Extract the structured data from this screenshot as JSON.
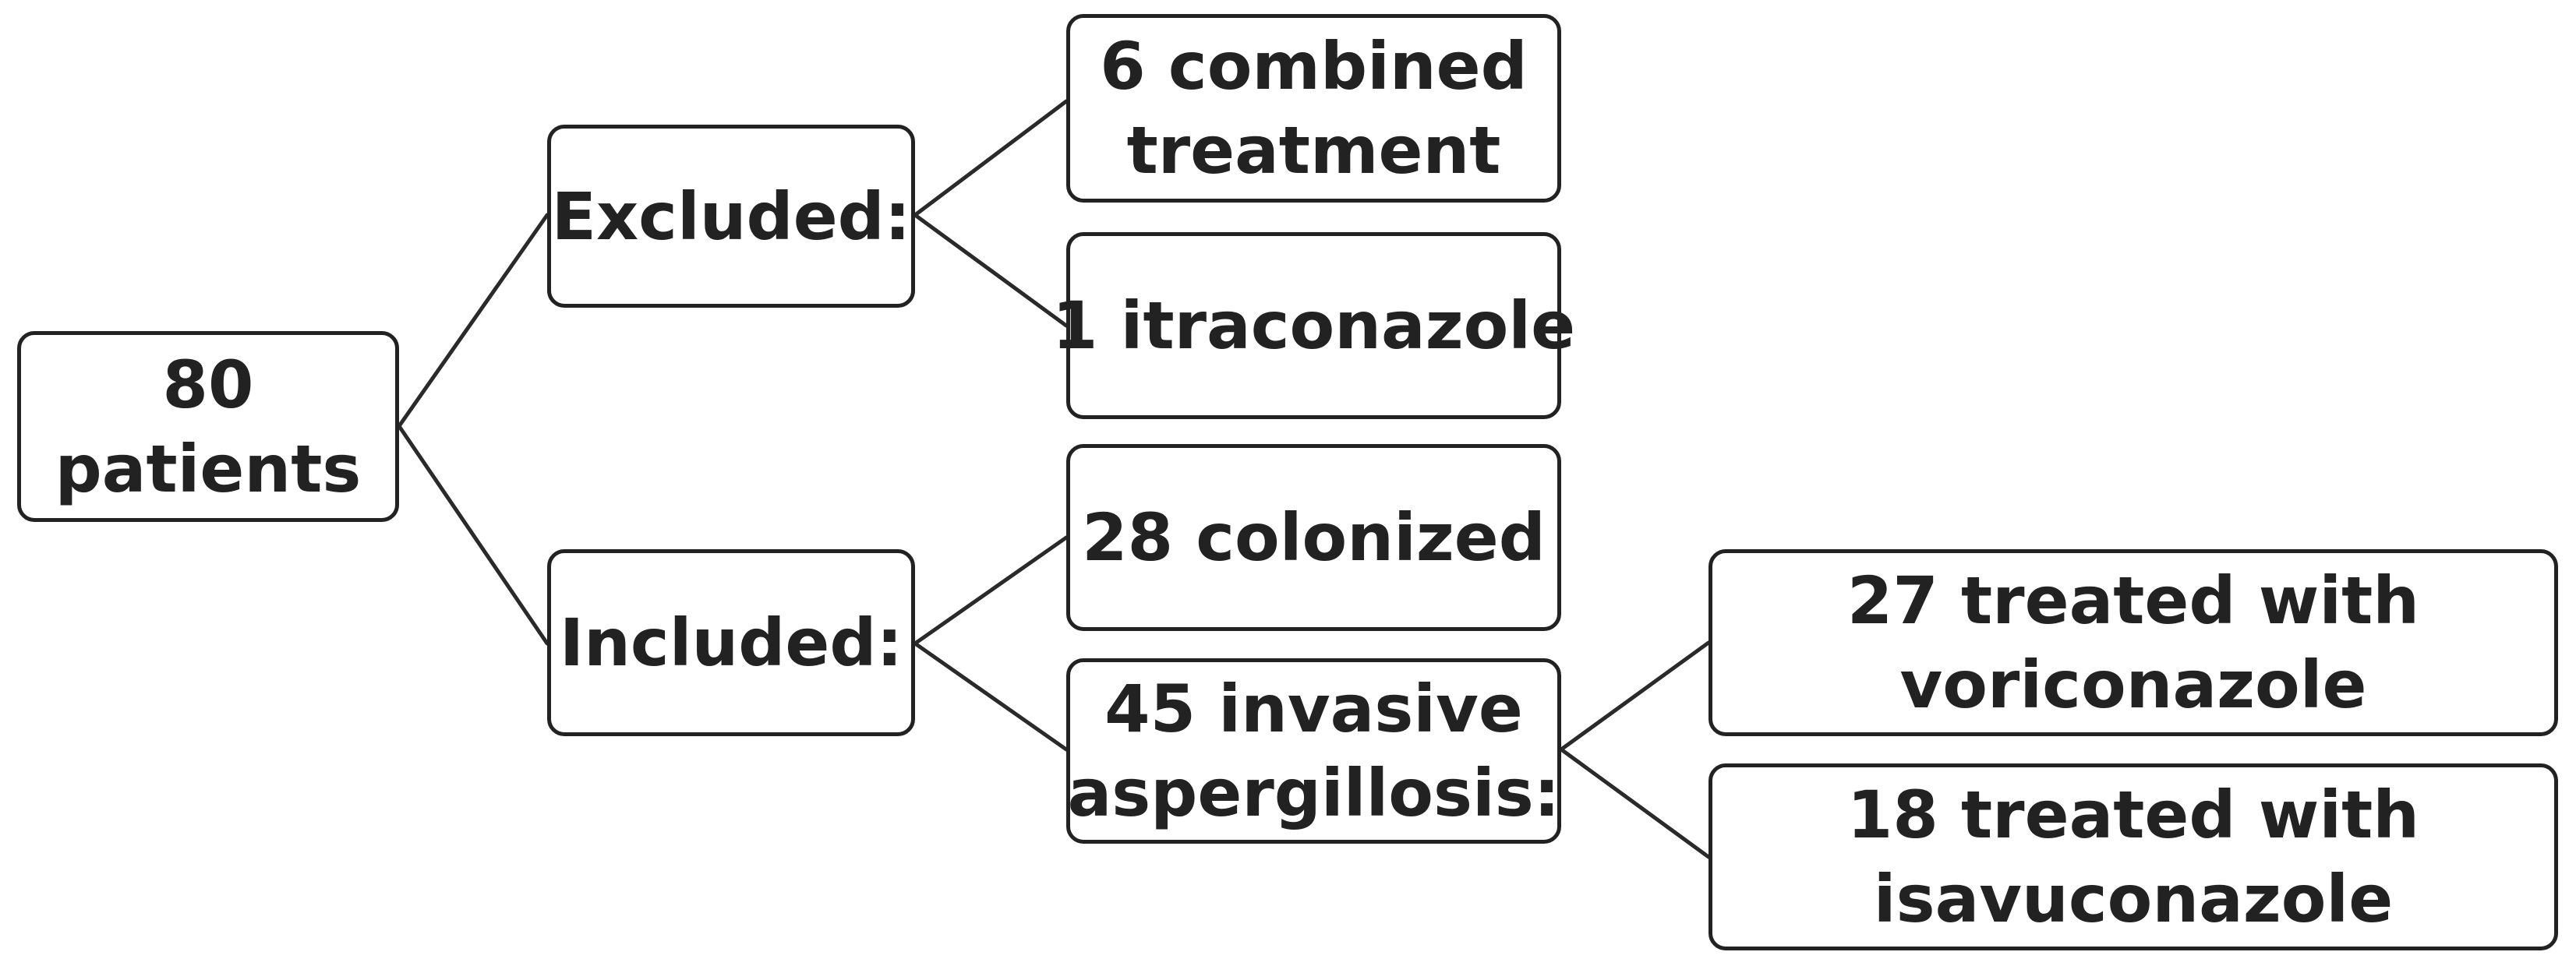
{
  "diagram": {
    "root": {
      "line1": "80",
      "line2": "patients"
    },
    "excluded": {
      "label": "Excluded:",
      "children": [
        {
          "line1": "6 combined",
          "line2": "treatment"
        },
        {
          "line1": "1 itraconazole"
        }
      ]
    },
    "included": {
      "label": "Included:",
      "children": [
        {
          "line1": "28 colonized"
        },
        {
          "line1": "45 invasive",
          "line2": "aspergillosis:"
        }
      ]
    },
    "invasive_children": [
      {
        "line1": "27 treated with",
        "line2": "voriconazole"
      },
      {
        "line1": "18 treated with",
        "line2": "isavuconazole"
      }
    ]
  }
}
